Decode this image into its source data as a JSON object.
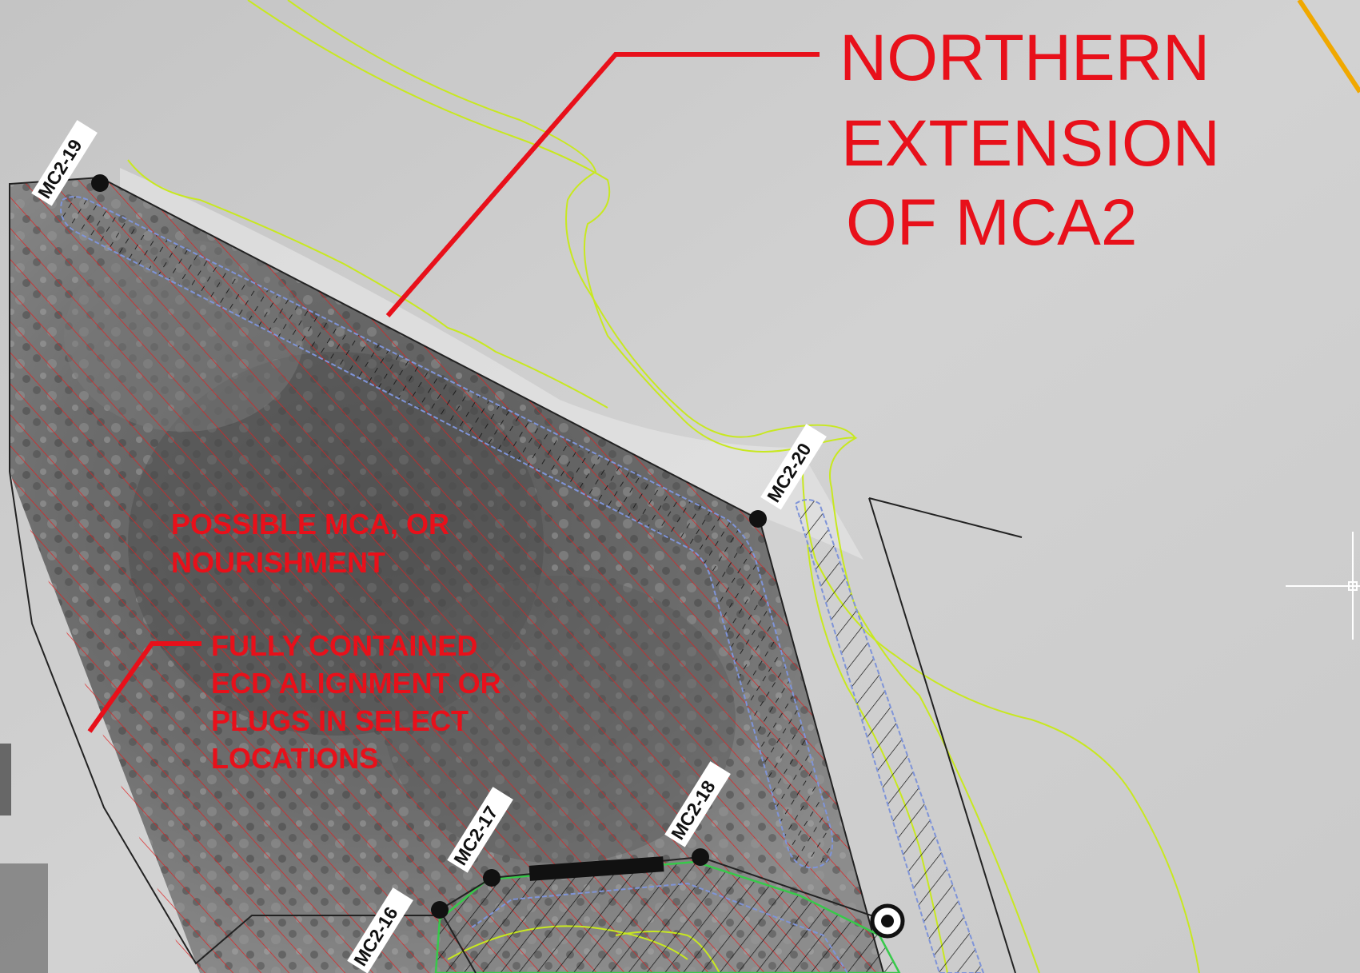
{
  "title": {
    "lines": [
      "NORTHERN",
      "EXTENSION",
      "OF MCA2"
    ]
  },
  "notes": {
    "possible_mca": [
      "POSSIBLE MCA, OR",
      "NOURISHMENT"
    ],
    "fully_contained": [
      "FULLY CONTAINED",
      "ECD ALIGNMENT OR",
      "PLUGS IN SELECT",
      "LOCATIONS"
    ]
  },
  "stations": {
    "mc2_19": "MC2-19",
    "mc2_20": "MC2-20",
    "mc2_18": "MC2-18",
    "mc2_17": "MC2-17",
    "mc2_16": "MC2-16"
  },
  "colors": {
    "annotation_red": "#e8101a",
    "hatch_red": "#e02020",
    "contour_yellow": "#c8e820",
    "outline_blue": "#7f94d8",
    "outline_green": "#37c94a",
    "boundary_black": "#222222",
    "accent_orange": "#f0a800"
  }
}
